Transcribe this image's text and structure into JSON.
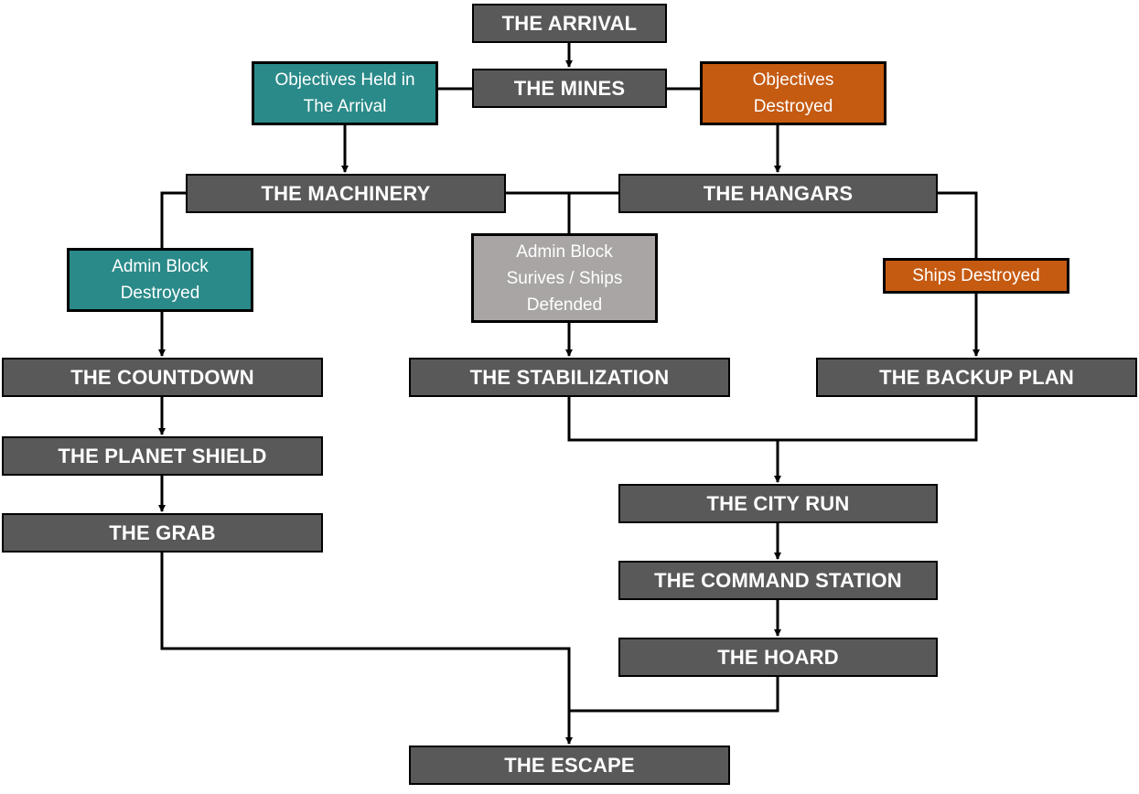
{
  "missions": {
    "arrival": "THE ARRIVAL",
    "mines": "THE MINES",
    "machinery": "THE MACHINERY",
    "hangars": "THE HANGARS",
    "countdown": "THE COUNTDOWN",
    "stabilization": "THE STABILIZATION",
    "backup_plan": "THE BACKUP PLAN",
    "planet_shield": "THE PLANET SHIELD",
    "grab": "THE GRAB",
    "city_run": "THE CITY RUN",
    "command_station": "THE COMMAND STATION",
    "hoard": "THE HOARD",
    "escape": "THE ESCAPE"
  },
  "outcomes": {
    "objectives_held": [
      "Objectives Held in",
      "The Arrival"
    ],
    "objectives_destroyed": [
      "Objectives",
      "Destroyed"
    ],
    "admin_block_destroyed": [
      "Admin Block",
      "Destroyed"
    ],
    "admin_block_survives": [
      "Admin Block",
      "Surives / Ships",
      "Defended"
    ],
    "ships_destroyed": [
      "Ships Destroyed"
    ]
  },
  "colors": {
    "mission_fill": "#595959",
    "outcome_teal": "#2a8a89",
    "outcome_orange": "#c55a11",
    "outcome_grey": "#a8a5a4",
    "connector": "#000000"
  }
}
